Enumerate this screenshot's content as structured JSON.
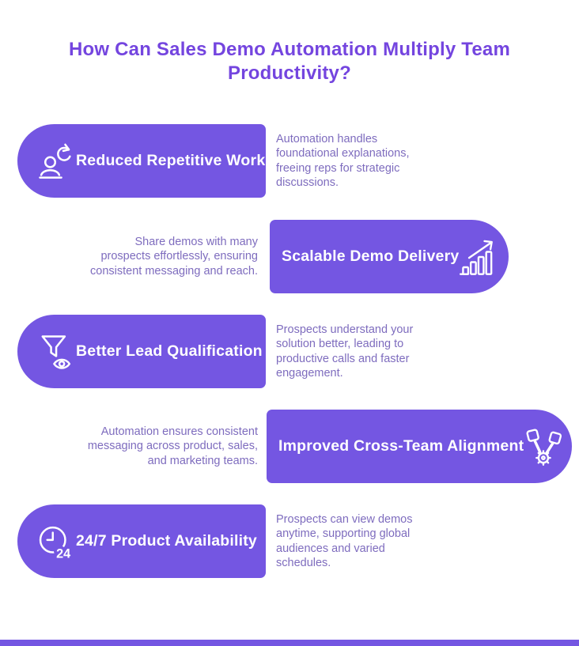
{
  "page": {
    "title": "How Can Sales Demo Automation Multiply Team Productivity?"
  },
  "colors": {
    "accent": "#7456E2",
    "title": "#7445DF",
    "description": "#7E6CBE",
    "pill_text": "#FFFFFF",
    "background": "#FFFFFF"
  },
  "rows": [
    {
      "side": "left",
      "icon": "person-sync-icon",
      "title": "Reduced Repetitive Work",
      "description": "Automation handles foundational explanations, freeing reps for strategic discussions."
    },
    {
      "side": "right",
      "icon": "growth-chart-icon",
      "title": "Scalable Demo Delivery",
      "description": "Share demos with many prospects effortlessly, ensuring consistent messaging and reach."
    },
    {
      "side": "left",
      "icon": "funnel-eye-icon",
      "title": "Better Lead Qualification",
      "description": "Prospects understand your solution better, leading to productive calls and faster engagement."
    },
    {
      "side": "right",
      "icon": "gear-pistons-icon",
      "title": "Improved Cross-Team Alignment",
      "description": "Automation ensures consistent messaging across product, sales, and marketing teams."
    },
    {
      "side": "left",
      "icon": "clock-24-icon",
      "title": "24/7 Product Availability",
      "description": "Prospects can view demos anytime, supporting global audiences and varied schedules."
    }
  ]
}
